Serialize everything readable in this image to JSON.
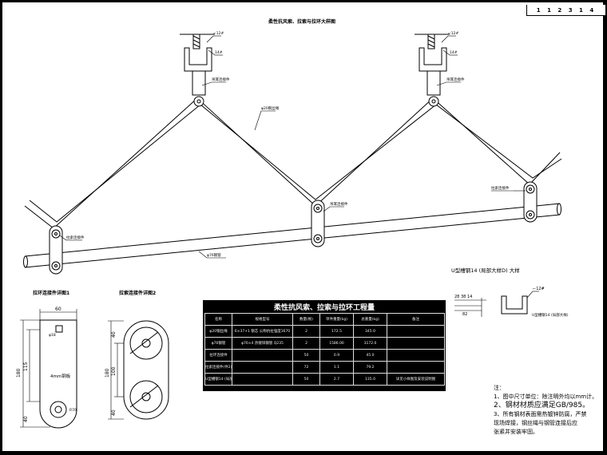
{
  "drawing": {
    "title": "柔性抗风索、拉索与拉环大样图",
    "title_block": "1 1 2 3 1 4",
    "labels": {
      "u_clip_left": "⌐12#",
      "clamp_left": "14#",
      "lug_left": "吊耳连接件",
      "rope_top": "φ20钢丝绳",
      "clamp_mid": "吊耳连接件",
      "u_clip_right": "⌐12#",
      "clamp_right": "14#",
      "lug_right": "吊耳连接件",
      "rope_right": "拉索连接件",
      "rope_left_low": "拉索连接件",
      "pipe": "φ76钢管"
    }
  },
  "detail1": {
    "title": "拉环连接件详图1",
    "dim_width": "60",
    "dim_height": "180",
    "dim_inner": "115",
    "dim_bottom": "40",
    "plate_note": "4mm钢板",
    "dim_r": "R70",
    "dim_hole": "φ18"
  },
  "detail2": {
    "title": "拉索连接件详图2",
    "dim_top": "40",
    "dim_height": "180",
    "dim_inner": "100",
    "dim_bottom": "40"
  },
  "detail3": {
    "title": "U型槽钢14 (局部大样D) 大样",
    "dims": "28 38 14",
    "dim_base": "82",
    "label_top": "⌐12#",
    "label_side": "U型槽钢14 (局部大样)"
  },
  "quantity_table": {
    "title": "柔性抗风索、拉索与拉环工程量",
    "headers": [
      "名称",
      "规格型号",
      "数量(根)",
      "单件重量(kg)",
      "总重量(kg)",
      "备注"
    ],
    "rows": [
      [
        "φ20钢丝绳",
        "6×37+1 钢芯 公称抗拉强度1670",
        "2",
        "172.5",
        "345.0",
        ""
      ],
      [
        "φ76钢管",
        "φ76×4 热镀锌钢管 Q235",
        "2",
        "1586.00",
        "3172.0",
        ""
      ],
      [
        "拉环连接件",
        "",
        "50",
        "0.9",
        "45.0",
        ""
      ],
      [
        "拉索连接件(件2)",
        "",
        "72",
        "1.1",
        "79.2",
        ""
      ],
      [
        "U型槽钢14 (局部)",
        "",
        "50",
        "2.7",
        "135.0",
        "详见小样图及安装说明图"
      ]
    ]
  },
  "notes": {
    "title": "注：",
    "lines": [
      "1、图中尺寸单位：除注明外均以mm计。",
      "2、钢材材质应满足GB/985。",
      "3、所有钢材表面需热镀锌防腐，严禁",
      "   现场焊接，钢丝绳与钢管连接后应",
      "   张紧并安装牢固。"
    ]
  }
}
